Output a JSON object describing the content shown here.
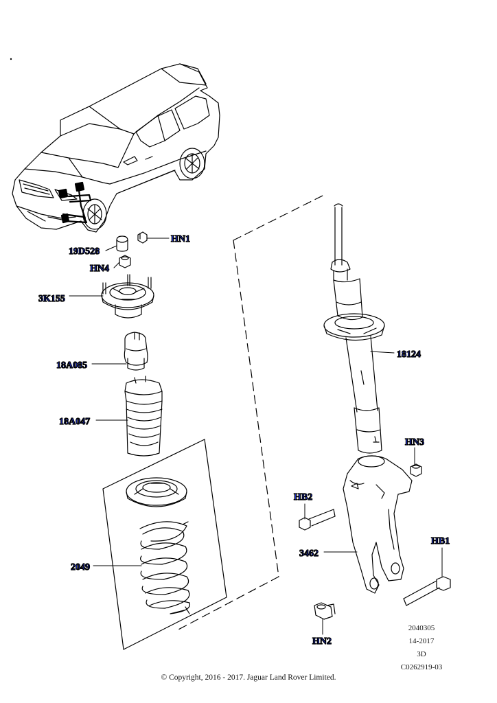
{
  "callouts": {
    "hn1": "HN1",
    "p19d528": "19D528",
    "hn4": "HN4",
    "p3k155": "3K155",
    "p18a085": "18A085",
    "p18a047": "18A047",
    "p2049": "2049",
    "p18124": "18124",
    "hn3": "HN3",
    "hb2": "HB2",
    "p3462": "3462",
    "hb1": "HB1",
    "hn2": "HN2"
  },
  "meta": {
    "code": "2040305",
    "date": "14-2017",
    "view": "3D",
    "ref": "C0262919-03"
  },
  "copyright": "© Copyright, 2016 - 2017. Jaguar Land Rover Limited.",
  "colors": {
    "callout": "#1a2fd0",
    "line": "#000000"
  }
}
